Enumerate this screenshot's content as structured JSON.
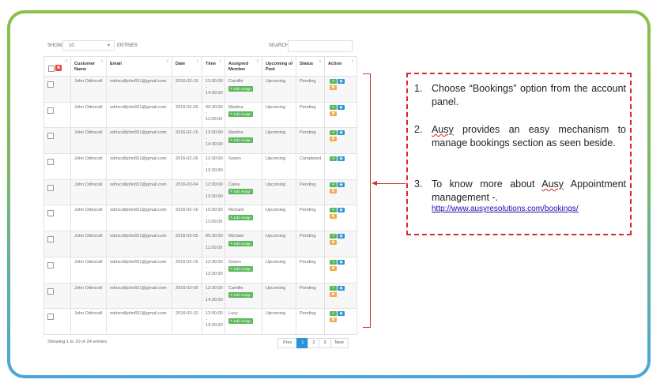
{
  "controls": {
    "show_label": "SHOW",
    "show_value": "10",
    "entries_label": "ENTRIES",
    "search_label": "SEARCH:",
    "search_value": ""
  },
  "columns": [
    "Customer Name",
    "Email",
    "Date",
    "Time",
    "Assigned Member",
    "Upcoming or Past",
    "Status",
    "Action"
  ],
  "edit_assign_label": "Edit Assign",
  "rows": [
    {
      "customer": "John Odriscoll",
      "email": "odriscolljohn651@gmail.com",
      "date": "2016-02-15",
      "time": "13:00:00 - 14:30:00",
      "member": "Camille",
      "edit": true,
      "upcoming": "Upcoming",
      "status": "Pending",
      "cancel": true
    },
    {
      "customer": "John Odriscoll",
      "email": "odriscolljohn651@gmail.com",
      "date": "2016-02-26",
      "time": "09:30:00 - 11:00:00",
      "member": "Martina",
      "edit": true,
      "upcoming": "Upcoming",
      "status": "Pending",
      "cancel": true
    },
    {
      "customer": "John Odriscoll",
      "email": "odriscolljohn651@gmail.com",
      "date": "2016-02-15",
      "time": "13:00:00 - 14:30:00",
      "member": "Martina",
      "edit": true,
      "upcoming": "Upcoming",
      "status": "Pending",
      "cancel": true
    },
    {
      "customer": "John Odriscoll",
      "email": "odriscolljohn651@gmail.com",
      "date": "2016-02-26",
      "time": "12:00:00 - 13:30:00",
      "member": "Sezen",
      "edit": false,
      "upcoming": "Upcoming",
      "status": "Completed",
      "cancel": false
    },
    {
      "customer": "John Odriscoll",
      "email": "odriscolljohn651@gmail.com",
      "date": "2016-03-04",
      "time": "12:00:00 - 13:30:00",
      "member": "Catey",
      "edit": true,
      "upcoming": "Upcoming",
      "status": "Pending",
      "cancel": true
    },
    {
      "customer": "John Odriscoll",
      "email": "odriscolljohn651@gmail.com",
      "date": "2016-02-16",
      "time": "10:00:00 - 11:00:00",
      "member": "Richard",
      "edit": true,
      "upcoming": "Upcoming",
      "status": "Pending",
      "cancel": true
    },
    {
      "customer": "John Odriscoll",
      "email": "odriscolljohn651@gmail.com",
      "date": "2016-03-05",
      "time": "09:30:00 - 11:00:00",
      "member": "Michael",
      "edit": true,
      "upcoming": "Upcoming",
      "status": "Pending",
      "cancel": true
    },
    {
      "customer": "John Odriscoll",
      "email": "odriscolljohn651@gmail.com",
      "date": "2016-02-16",
      "time": "12:30:00 - 13:30:00",
      "member": "Sezen",
      "edit": true,
      "upcoming": "Upcoming",
      "status": "Pending",
      "cancel": true
    },
    {
      "customer": "John Odriscoll",
      "email": "odriscolljohn651@gmail.com",
      "date": "2016-03-09",
      "time": "12:30:00 - 14:30:00",
      "member": "Camille",
      "edit": true,
      "upcoming": "Upcoming",
      "status": "Pending",
      "cancel": true
    },
    {
      "customer": "John Odriscoll",
      "email": "odriscolljohn651@gmail.com",
      "date": "2016-03-10",
      "time": "12:00:00 - 13:30:00",
      "member": "Lucy",
      "edit": true,
      "upcoming": "Upcoming",
      "status": "Pending",
      "cancel": true
    }
  ],
  "footer": {
    "info": "Showing 1 to 10 of 24 entries",
    "prev": "Prev",
    "pages": [
      "1",
      "2",
      "3"
    ],
    "next": "Next"
  },
  "callout": {
    "item1_num": "1.",
    "item1": "Choose “Bookings” option from the account panel.",
    "item2_num": "2.",
    "item2_brand": "Ausy",
    "item2_rest": " provides an easy mechanism to manage bookings section as seen beside.",
    "item3_num": "3.",
    "item3_lead": "To know more about ",
    "item3_brand": "Ausy",
    "item3_rest": " Appointment management -.",
    "item3_link": "http://www.ausyresolutions.com/bookings/"
  },
  "colors": {
    "frame_top": "#8cc04a",
    "frame_bottom": "#4aa6d8",
    "accent_blue": "#2a93d5",
    "accent_green": "#5cb85c",
    "accent_orange": "#f0ad4e",
    "callout_border": "#d9272e"
  },
  "icons": [
    "sort-icon",
    "checkbox-icon",
    "trash-icon",
    "pencil-icon",
    "plus-icon",
    "eye-icon",
    "cancel-icon"
  ]
}
